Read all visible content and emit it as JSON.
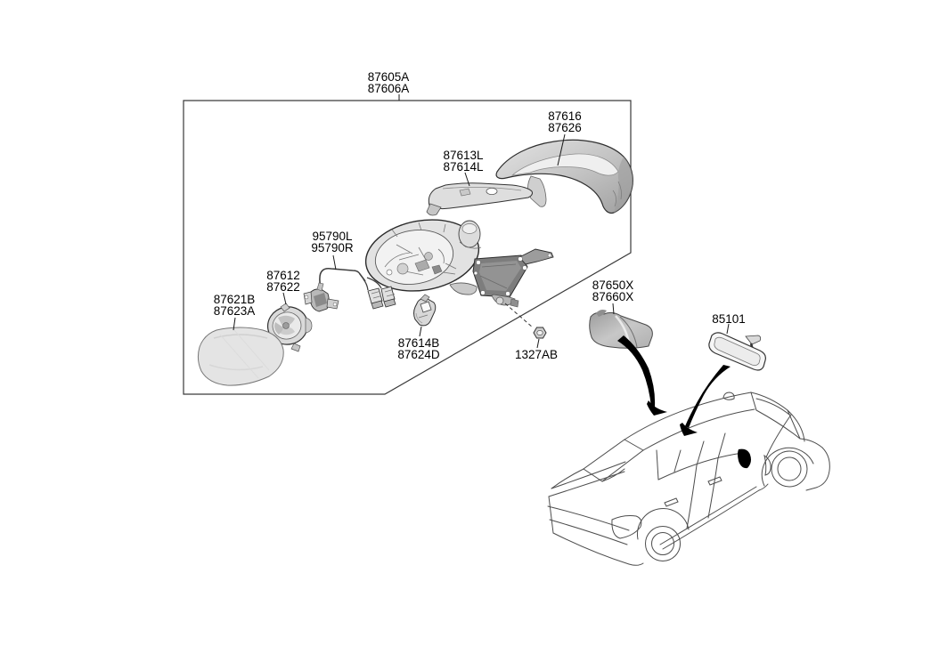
{
  "diagram": {
    "type": "exploded-parts-diagram",
    "subject": "outside rear view mirror assembly",
    "labels": {
      "mirror_assembly": {
        "line1": "87605A",
        "line2": "87606A"
      },
      "mirror_cover": {
        "line1": "87616",
        "line2": "87626"
      },
      "turn_signal_lamp": {
        "line1": "87613L",
        "line2": "87614L"
      },
      "actuator_harness": {
        "line1": "95790L",
        "line2": "95790R"
      },
      "actuator": {
        "line1": "87612",
        "line2": "87622"
      },
      "mirror_glass": {
        "line1": "87621B",
        "line2": "87623A"
      },
      "lamp_holder": {
        "line1": "87614B",
        "line2": "87624D"
      },
      "nut": {
        "line1": "1327AB"
      },
      "quarter_inside_cover": {
        "line1": "87650X",
        "line2": "87660X"
      },
      "inside_rear_view_mirror": {
        "line1": "85101"
      }
    },
    "colors": {
      "background": "#ffffff",
      "line": "#3a3a3a",
      "car_line": "#4d4d4d",
      "label_text": "#000000",
      "arrow": "#000000",
      "part_light": "#e6e6e6",
      "part_mid": "#c0c0c0",
      "part_dark": "#7a7a7a"
    }
  }
}
